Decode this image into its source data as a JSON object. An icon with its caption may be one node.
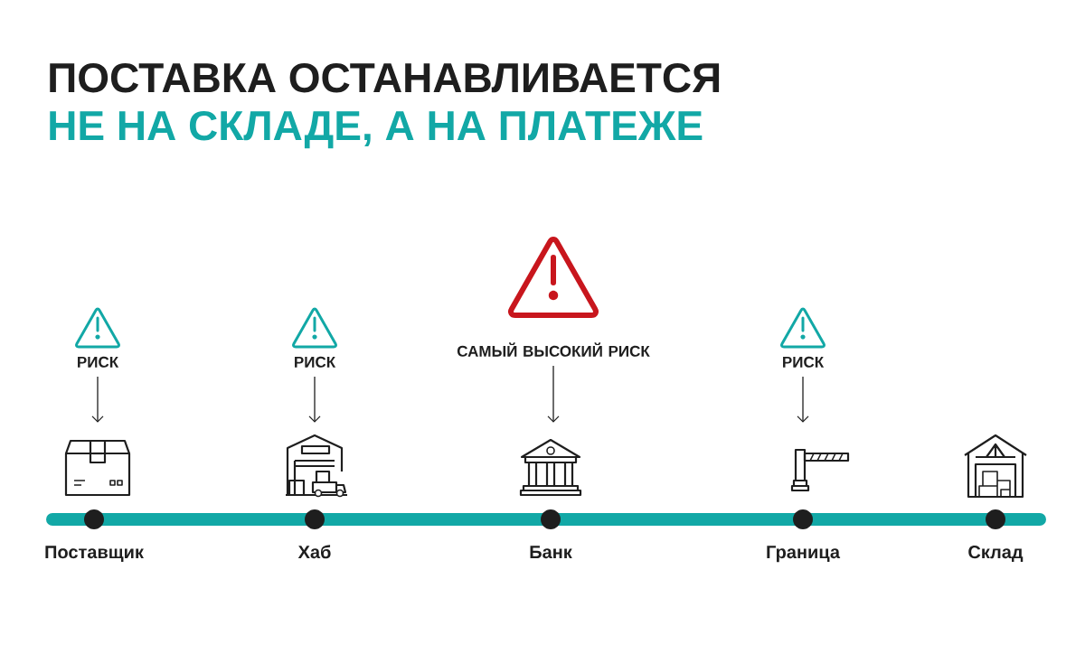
{
  "diagram": {
    "title": "ПОСТАВКА ОСТАНАВЛИВАЕТСЯ",
    "nodes": [
      {
        "text": [
          "РИСК"
        ]
      },
      {
        "text": [
          "РИСК"
        ]
      },
      {
        "text": [
          "САМЫЙ ВЫСОКИЙ РИСК"
        ]
      },
      {
        "text": [
          "РИСК"
        ]
      },
      {
        "text": [],
        "shape": "picture",
        "beside": [
          "Поставщик"
        ]
      },
      {
        "text": [],
        "shape": "picture",
        "beside": [
          "Хаб"
        ]
      },
      {
        "text": [],
        "shape": "picture",
        "beside": [
          "Банк"
        ]
      },
      {
        "text": [],
        "shape": "picture",
        "beside": [
          "Граница"
        ]
      },
      {
        "text": [],
        "shape": "picture",
        "beside": [
          "Склад"
        ]
      }
    ],
    "edges": [
      {
        "from": 0,
        "to": 4,
        "arrow": "to"
      },
      {
        "from": 1,
        "to": 5,
        "arrow": "to"
      },
      {
        "from": 2,
        "to": 6,
        "arrow": "to"
      },
      {
        "from": 3,
        "to": 7,
        "arrow": "to"
      }
    ],
    "labels": [
      "НЕ НА СКЛАДЕ, А НА ПЛАТЕЖЕ"
    ]
  }
}
